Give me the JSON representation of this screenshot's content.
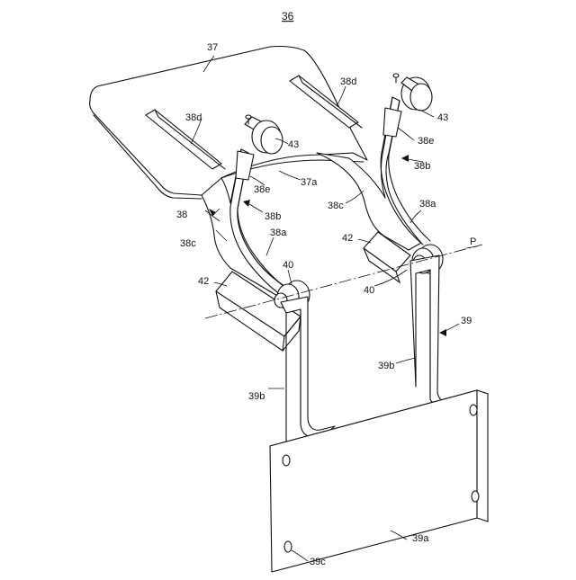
{
  "figure": {
    "number": "36",
    "labels": {
      "plate": "37",
      "plate_cutout": "37a",
      "arm_assembly": "38",
      "arm_link": "38a",
      "arm_hook": "38b",
      "arm_body": "38c",
      "tab": "38d",
      "arm_end": "38e",
      "hanger": "39",
      "plate_39a": "39a",
      "hanger_strip": "39b",
      "hole": "39c",
      "pivot": "40",
      "block": "42",
      "knob": "43",
      "axis_p": "P"
    }
  }
}
